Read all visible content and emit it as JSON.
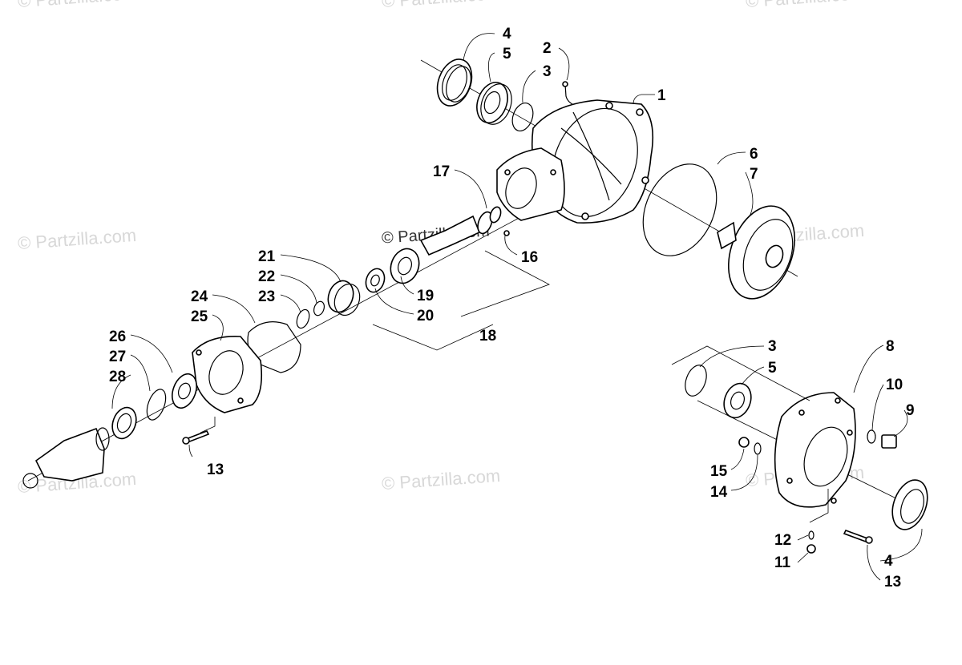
{
  "watermark": {
    "text": "© Partzilla.com"
  },
  "callouts": {
    "c1": "1",
    "c2": "2",
    "c3a": "3",
    "c4a": "4",
    "c5a": "5",
    "c6": "6",
    "c7": "7",
    "c16": "16",
    "c17": "17",
    "c18": "18",
    "c19": "19",
    "c20": "20",
    "c21": "21",
    "c22": "22",
    "c23": "23",
    "c24": "24",
    "c25": "25",
    "c26": "26",
    "c27": "27",
    "c28": "28",
    "c13a": "13",
    "c3b": "3",
    "c5b": "5",
    "c8": "8",
    "c10": "10",
    "c9": "9",
    "c15": "15",
    "c14": "14",
    "c12": "12",
    "c11": "11",
    "c4b": "4",
    "c13b": "13"
  }
}
